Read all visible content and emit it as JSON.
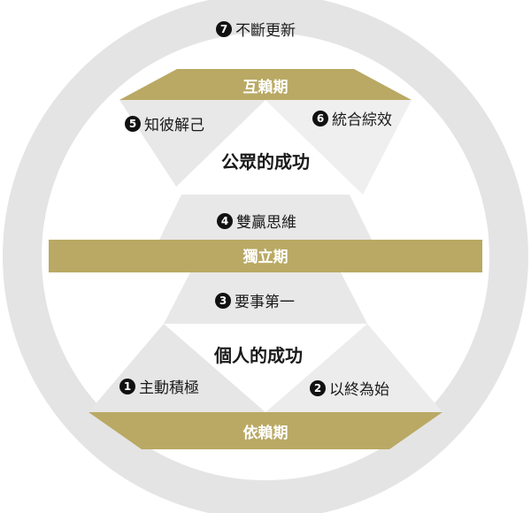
{
  "colors": {
    "ring": "#e4e4e4",
    "gold": "#b9a964",
    "grey_region": "#e8e8e8",
    "grey_light": "#ececec",
    "white": "#ffffff",
    "badge": "#111111"
  },
  "outer": {
    "number": "7",
    "label": "不斷更新"
  },
  "bands": {
    "top": "互賴期",
    "middle": "獨立期",
    "bottom": "依賴期"
  },
  "upper": {
    "center": "公眾的成功",
    "left": {
      "number": "5",
      "label": "知彼解己"
    },
    "right": {
      "number": "6",
      "label": "統合綜效"
    },
    "bottom": {
      "number": "4",
      "label": "雙贏思維"
    }
  },
  "lower": {
    "center": "個人的成功",
    "top": {
      "number": "3",
      "label": "要事第一"
    },
    "left": {
      "number": "1",
      "label": "主動積極"
    },
    "right": {
      "number": "2",
      "label": "以終為始"
    }
  }
}
